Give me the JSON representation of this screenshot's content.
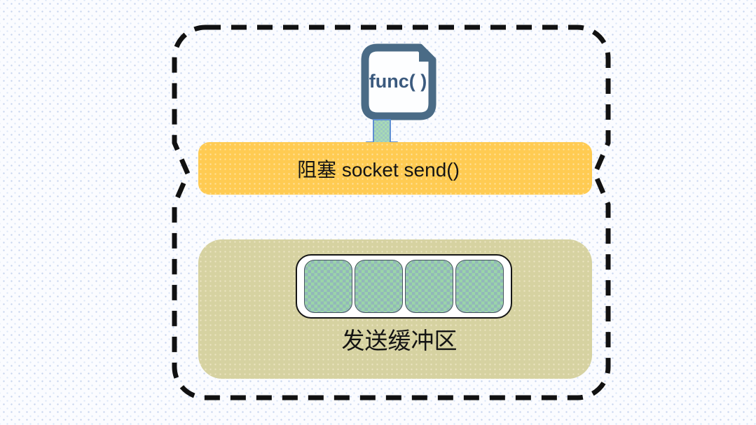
{
  "diagram": {
    "title_hint": "blocking socket send flow",
    "func_card": {
      "label": "func( )"
    },
    "blocking_bar": {
      "label": "阻塞 socket send()"
    },
    "send_buffer": {
      "label": "发送缓冲区",
      "slot_count": 4
    }
  },
  "icons": {
    "func_document_icon": "document-with-folded-corner",
    "down_arrow_icon": "downward-block-arrow"
  },
  "colors": {
    "bar_yellow": "#FFCB52",
    "buffer_tan": "#D6D2A1",
    "slot_green": "#9BD5A8",
    "slot_green_alt": "#92B7BA",
    "arrow_green": "#A8DBB4",
    "arrow_border_blue": "#5E8FD2",
    "icon_border_blue": "#4A6B86",
    "icon_text_blue": "#3B5A7E",
    "dash_black": "#111111",
    "background_dot_blue": "#C8D5EF"
  }
}
